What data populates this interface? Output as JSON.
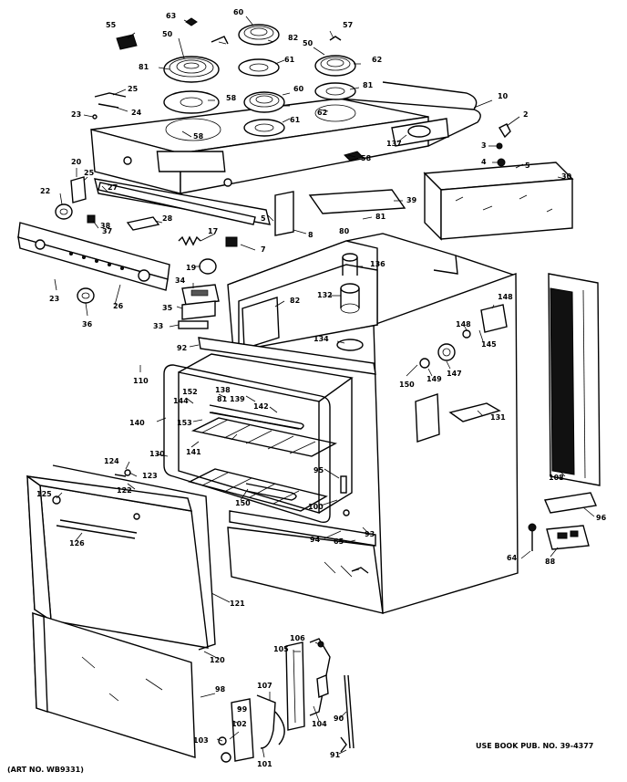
{
  "diagram": {
    "footer_left": "(ART NO. WB9331)",
    "footer_right": "USE BOOK PUB. NO. 39-4377",
    "part_numbers": [
      "55",
      "63",
      "60",
      "57",
      "50",
      "82",
      "50",
      "81",
      "62",
      "61",
      "25",
      "58",
      "60",
      "81",
      "23",
      "24",
      "62",
      "10",
      "2",
      "58",
      "61",
      "137",
      "3",
      "4",
      "5",
      "58",
      "20",
      "25",
      "22",
      "27",
      "30",
      "38",
      "39",
      "81",
      "8",
      "28",
      "37",
      "17",
      "7",
      "5",
      "80",
      "19",
      "34",
      "35",
      "33",
      "23",
      "26",
      "36",
      "82",
      "132",
      "136",
      "148",
      "148",
      "145",
      "134",
      "147",
      "149",
      "150",
      "92",
      "110",
      "140",
      "152",
      "144",
      "138",
      "139",
      "81",
      "153",
      "142",
      "141",
      "131",
      "130",
      "95",
      "124",
      "123",
      "125",
      "122",
      "100",
      "126",
      "150",
      "94",
      "65",
      "93",
      "108",
      "96",
      "64",
      "88",
      "121",
      "120",
      "105",
      "106",
      "90",
      "107",
      "104",
      "98",
      "99",
      "102",
      "103",
      "101",
      "91"
    ]
  }
}
